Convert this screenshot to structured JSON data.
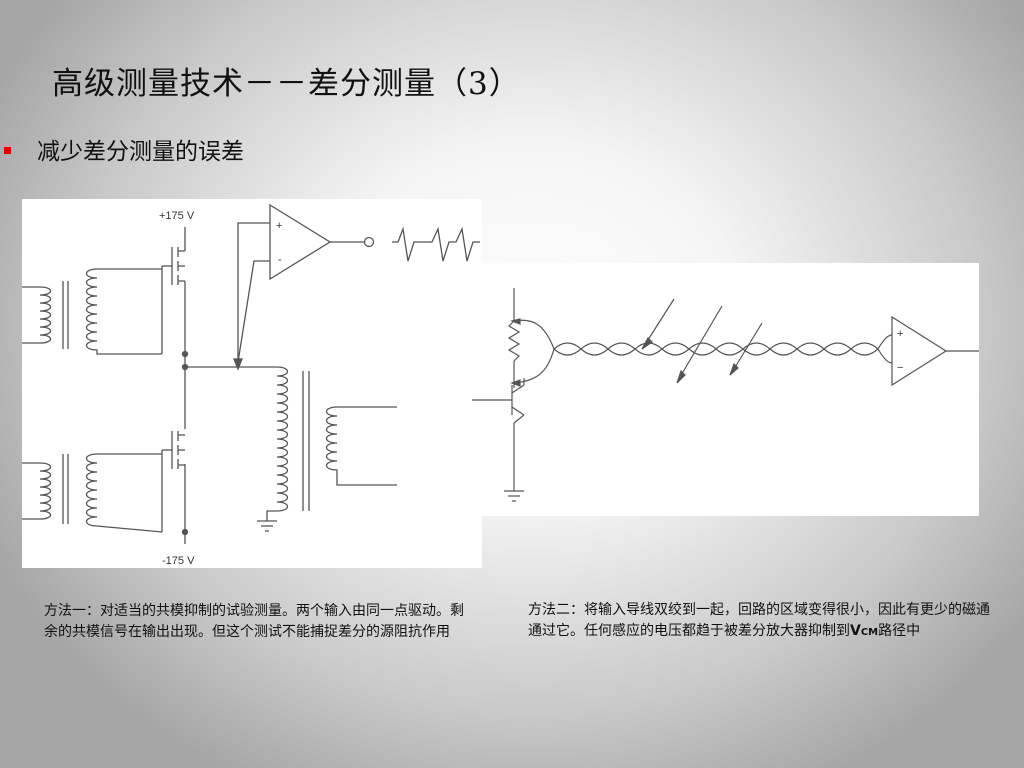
{
  "slide": {
    "title": "高级测量技术－－差分测量（3）",
    "bullet": "减少差分测量的误差"
  },
  "figure1": {
    "supply_positive": "+175 V",
    "supply_negative": "-175 V",
    "opamp_plus": "+",
    "opamp_minus": "-"
  },
  "figure2": {
    "opamp_plus": "+",
    "opamp_minus": "−"
  },
  "captions": {
    "method1": "方法一：对适当的共模抑制的试验测量。两个输入由同一点驱动。剩余的共模信号在输出出现。但这个测试不能捕捉差分的源阻抗作用",
    "method2_text": "方法二：将输入导线双绞到一起，回路的区域变得很小，因此有更少的磁通通过它。任何感应的电压都趋于被差分放大器抑制到",
    "method2_v": "V",
    "method2_sub": "CM",
    "method2_tail": "路径中"
  },
  "colors": {
    "bullet": "#e00000",
    "line": "#555555"
  }
}
